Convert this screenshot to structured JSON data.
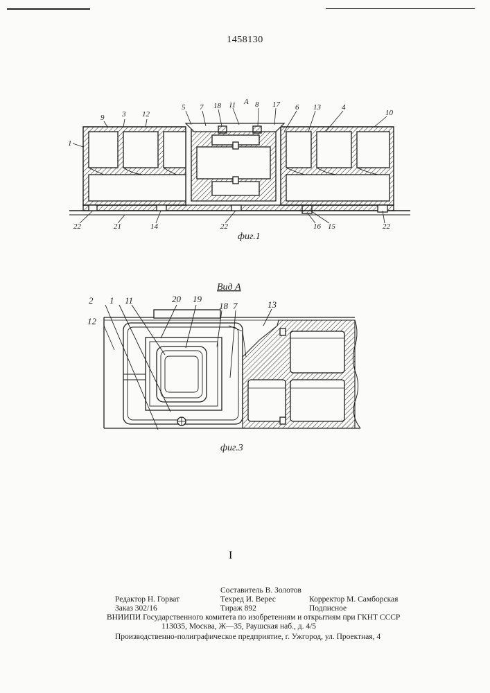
{
  "header": {
    "patent_number": "1458130"
  },
  "figure1": {
    "view_marker": "A",
    "caption": "фиг.1",
    "labels": [
      "1",
      "9",
      "3",
      "12",
      "5",
      "7",
      "18",
      "11",
      "8",
      "17",
      "6",
      "13",
      "4",
      "10",
      "22",
      "21",
      "14",
      "22",
      "16",
      "15",
      "22"
    ]
  },
  "figure3": {
    "view_title": "Вид А",
    "caption": "фиг.3",
    "labels": [
      "2",
      "1",
      "11",
      "20",
      "19",
      "18",
      "7",
      "13",
      "12"
    ]
  },
  "stray_mark": "I",
  "imprint": {
    "compiler": "Составитель В. Золотов",
    "editor": "Редактор Н. Горват",
    "techred": "Техред И. Верес",
    "corrector": "Корректор М. Самборская",
    "order": "Заказ 302/16",
    "circulation": "Тираж 892",
    "subscription": "Подписное",
    "institute": "ВНИИПИ Государственного комитета по изобретениям и открытиям при ГКНТ СССР",
    "address": "113035, Москва, Ж—35, Раушская наб., д. 4/5",
    "printer": "Производственно-полиграфическое предприятие, г. Ужгород, ул. Проектная, 4"
  }
}
